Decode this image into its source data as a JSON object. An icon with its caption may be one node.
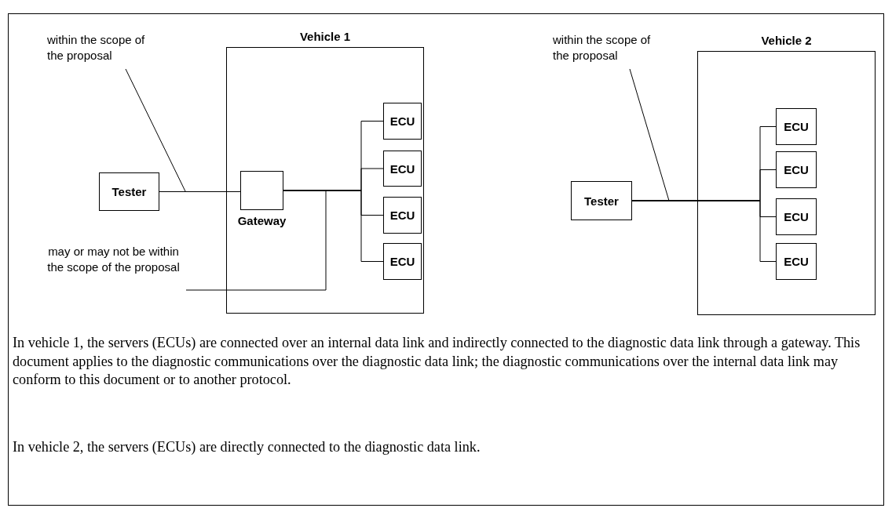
{
  "diagram": {
    "nodes": [
      {
        "text": [
          "Vehicle 1"
        ]
      },
      {
        "text": [
          "Tester"
        ]
      },
      {
        "text": [
          "Gateway"
        ],
        "in": 0
      },
      {
        "text": [
          "ECU"
        ],
        "in": 0
      },
      {
        "text": [
          "ECU"
        ],
        "in": 0
      },
      {
        "text": [
          "ECU"
        ],
        "in": 0
      },
      {
        "text": [
          "ECU"
        ],
        "in": 0
      },
      {
        "text": [
          "Vehicle 2"
        ]
      },
      {
        "text": [
          "Tester"
        ]
      },
      {
        "text": [
          "ECU"
        ],
        "in": 7
      },
      {
        "text": [
          "ECU"
        ],
        "in": 7
      },
      {
        "text": [
          "ECU"
        ],
        "in": 7
      },
      {
        "text": [
          "ECU"
        ],
        "in": 7
      },
      {
        "text": [
          "within the scope of the proposal"
        ]
      },
      {
        "text": [
          "may or may not be within the scope of the proposal"
        ]
      },
      {
        "text": [
          "within the scope of the proposal"
        ]
      }
    ],
    "edges": [
      {
        "from": 1,
        "to": 2,
        "arrow": "none"
      },
      {
        "from": 2,
        "to": 3,
        "arrow": "none"
      },
      {
        "from": 2,
        "to": 4,
        "arrow": "none"
      },
      {
        "from": 2,
        "to": 5,
        "arrow": "none"
      },
      {
        "from": 2,
        "to": 6,
        "arrow": "none"
      },
      {
        "from": 8,
        "to": 9,
        "arrow": "none"
      },
      {
        "from": 8,
        "to": 10,
        "arrow": "none"
      },
      {
        "from": 8,
        "to": 11,
        "arrow": "none"
      },
      {
        "from": 8,
        "to": 12,
        "arrow": "none"
      },
      {
        "from": 13,
        "to": null,
        "arrow": "none"
      },
      {
        "from": 14,
        "to": null,
        "arrow": "none"
      },
      {
        "from": 15,
        "to": null,
        "arrow": "none"
      }
    ],
    "labels": [
      "In vehicle 1, the servers (ECUs) are connected over an internal data link and indirectly connected to the diagnostic data link through a gateway. This document applies to the diagnostic communications over the diagnostic data link; the diagnostic communications over the internal data link may conform to this document or to another protocol.",
      "In vehicle 2, the servers (ECUs) are directly connected to the diagnostic data link."
    ]
  }
}
